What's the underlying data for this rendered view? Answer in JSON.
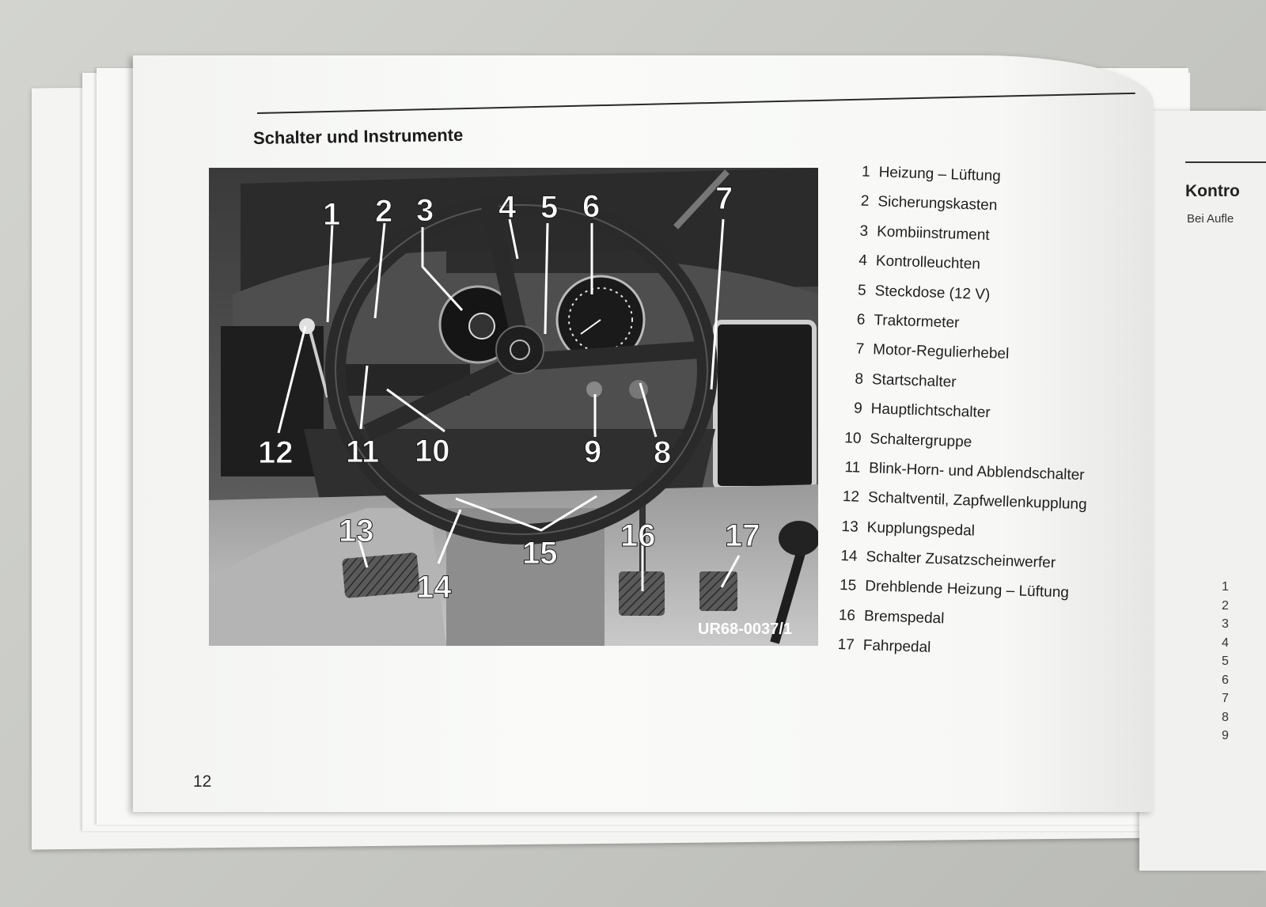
{
  "page": {
    "title": "Schalter und Instrumente",
    "page_number": "12"
  },
  "photo": {
    "image_code": "UR68-0037/1",
    "callouts": [
      "1",
      "2",
      "3",
      "4",
      "5",
      "6",
      "7",
      "8",
      "9",
      "10",
      "11",
      "12",
      "13",
      "14",
      "15",
      "16",
      "17"
    ]
  },
  "legend": [
    {
      "num": "1",
      "text": "Heizung – Lüftung"
    },
    {
      "num": "2",
      "text": "Sicherungskasten"
    },
    {
      "num": "3",
      "text": "Kombiinstrument"
    },
    {
      "num": "4",
      "text": "Kontrolleuchten"
    },
    {
      "num": "5",
      "text": "Steckdose (12 V)"
    },
    {
      "num": "6",
      "text": "Traktormeter"
    },
    {
      "num": "7",
      "text": "Motor-Regulierhebel"
    },
    {
      "num": "8",
      "text": "Startschalter"
    },
    {
      "num": "9",
      "text": "Hauptlichtschalter"
    },
    {
      "num": "10",
      "text": "Schaltergruppe"
    },
    {
      "num": "11",
      "text": "Blink-Horn- und Abblendschalter"
    },
    {
      "num": "12",
      "text": "Schaltventil, Zapfwellenkupplung"
    },
    {
      "num": "13",
      "text": "Kupplungspedal"
    },
    {
      "num": "14",
      "text": "Schalter Zusatzscheinwerfer"
    },
    {
      "num": "15",
      "text": "Drehblende Heizung – Lüftung"
    },
    {
      "num": "16",
      "text": "Bremspedal"
    },
    {
      "num": "17",
      "text": "Fahrpedal"
    }
  ],
  "next_page": {
    "heading": "Kontro",
    "subtext": "Bei Aufle",
    "numbers": [
      "1",
      "2",
      "3",
      "4",
      "5",
      "6",
      "7",
      "8",
      "9"
    ]
  }
}
